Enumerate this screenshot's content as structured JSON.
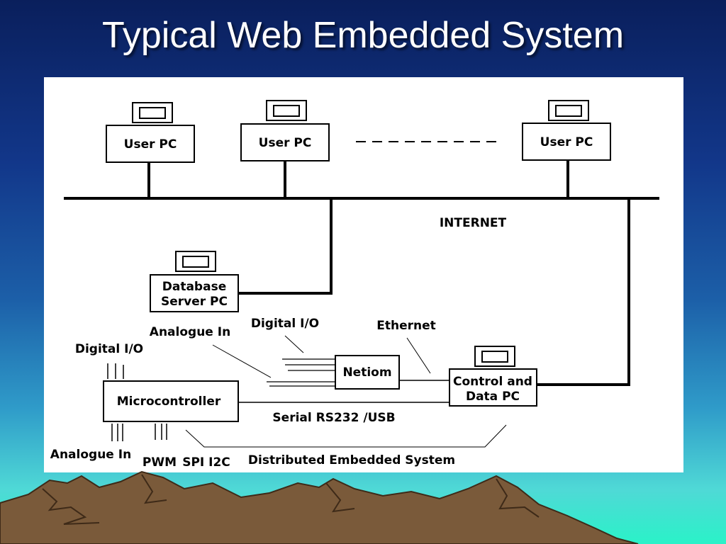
{
  "slide": {
    "title": "Typical Web Embedded System"
  },
  "diagram": {
    "user_pc_1": "User PC",
    "user_pc_2": "User PC",
    "user_pc_3": "User PC",
    "internet_label": "INTERNET",
    "database_line1": "Database",
    "database_line2": "Server PC",
    "digital_io_top": "Digital I/O",
    "analogue_in_top": "Analogue In",
    "ethernet_label": "Ethernet",
    "digital_io_left": "Digital I/O",
    "netiom_label": "Netiom",
    "control_line1": "Control and",
    "control_line2": "Data PC",
    "microcontroller_label": "Microcontroller",
    "serial_label": "Serial RS232 /USB",
    "analogue_in_bottom": "Analogue In",
    "pwm_label": "PWM",
    "spi_label": "SPI I2C",
    "distributed_label": "Distributed Embedded System"
  },
  "colors": {
    "background_top": "#0a1f5c",
    "background_bottom": "#2af2c8",
    "mountain": "#7a5a3a",
    "panel": "#ffffff"
  }
}
